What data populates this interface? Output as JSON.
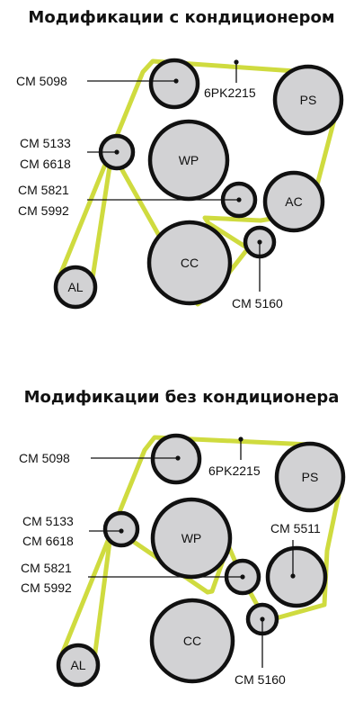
{
  "diagram_a": {
    "title": "Модификации с кондиционером",
    "pulleys": {
      "ps": "PS",
      "wp": "WP",
      "ac": "AC",
      "cc": "CC",
      "al": "AL"
    },
    "callouts": {
      "idler_top": "CM 5098",
      "belt": "6PK2215",
      "small_idler_line1": "CM 5133",
      "small_idler_line2": "CM 6618",
      "tensioner_line1": "CM 5821",
      "tensioner_line2": "CM 5992",
      "bottom_idler": "CM 5160"
    }
  },
  "diagram_b": {
    "title": "Модификации без кондиционера",
    "pulleys": {
      "ps": "PS",
      "wp": "WP",
      "cc": "CC",
      "al": "AL"
    },
    "callouts": {
      "idler_top": "CM 5098",
      "belt": "6PK2215",
      "small_idler_line1": "CM 5133",
      "small_idler_line2": "CM 6618",
      "tensioner_line1": "CM 5821",
      "tensioner_line2": "CM 5992",
      "right_idler": "CM 5511",
      "bottom_idler": "CM 5160"
    }
  },
  "colors": {
    "belt": "#cfdb3f",
    "pulley_fill": "#d2d2d4",
    "outline": "#111111"
  }
}
